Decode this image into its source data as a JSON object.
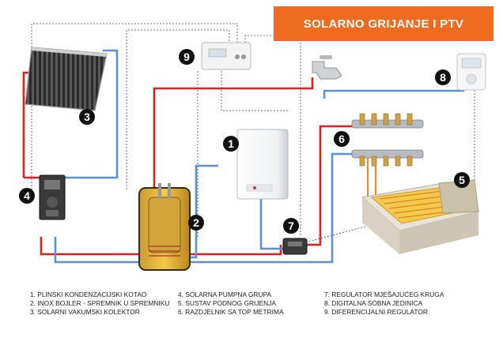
{
  "title": "SOLARNO GRIJANJE I PTV",
  "components": [
    {
      "number": "1",
      "label": "PLINSKI KONDENZACIJSKI KOTAO"
    },
    {
      "number": "2",
      "label": "INOX BOJLER - SPREMNIK U SPREMNIKU"
    },
    {
      "number": "3",
      "label": "SOLARNI VAKUMSKI KOLEKTOR"
    },
    {
      "number": "4",
      "label": "SOLARNA PUMPNA GRUPA"
    },
    {
      "number": "5",
      "label": "SUSTAV PODNOG GRIJENJA"
    },
    {
      "number": "6",
      "label": "RAZDJELNIK SA TOP METRIMA"
    },
    {
      "number": "7",
      "label": "REGULATOR MJEŠAJUĆEG KRUGA"
    },
    {
      "number": "8",
      "label": "DIGITALNA SOBNA JEDINICA"
    },
    {
      "number": "9",
      "label": "DIFERENCIJALNI REGULATOR"
    }
  ],
  "legend": [
    "1. PLINSKI KONDENZACIJSKI KOTAO",
    "2. INOX BOJLER - SPREMNIK U SPREMNIKU",
    "3. SOLARNI VAKUMSKI KOLEKTOR",
    "4. SOLARNA PUMPNA GRUPA",
    "5. SUSTAV PODNOG GRIJENJA",
    "6. RAZDJELNIK SA TOP METRIMA",
    "7. REGULATOR MJEŠAJUĆEG KRUGA",
    "8. DIGITALNA SOBNA JEDINICA",
    "9. DIFERENCIJALNI REGULATOR"
  ],
  "colors": {
    "hot_pipe": "#e02020",
    "cold_pipe": "#5b8fd8",
    "floor_pipe": "#f08a2a",
    "signal_wire": "#444444",
    "banner": "#ee6b1f",
    "badge": "#111111"
  }
}
